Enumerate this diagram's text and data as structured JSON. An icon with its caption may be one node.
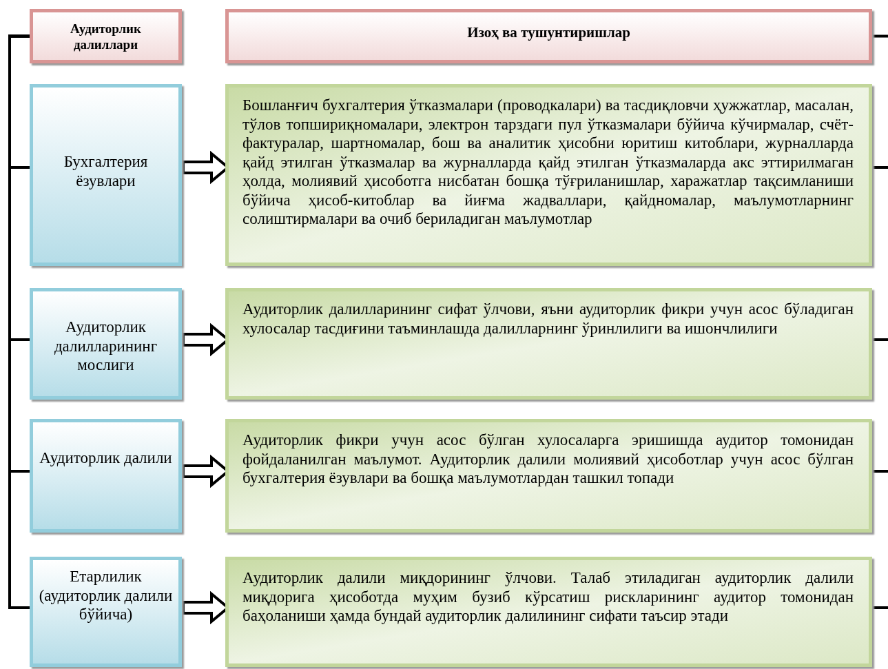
{
  "diagram": {
    "nodes": [
      {
        "text": [
          "Аудиторлик далиллари"
        ]
      },
      {
        "text": [
          "Изоҳ ва тушунтиришлар"
        ]
      },
      {
        "text": [
          "Бухгалтерия ёзувлари"
        ]
      },
      {
        "text": [
          "Бошланғич бухгалтерия ўтказмалари (проводкалари) ва тасдиқловчи ҳужжатлар, масалан, тўлов топшириқномалари, электрон тарздаги пул ўтказмалари бўйича кўчирмалар, счёт-фактуралар, шартномалар, бош ва аналитик ҳисобни юритиш китоблари, журналларда қайд этилган ўтказмалар ва журналларда қайд этилган ўтказмаларда акс эттирилмаган ҳолда, молиявий ҳисоботга нисбатан бошқа тўғриланишлар, харажатлар тақсимланиши бўйича ҳисоб-китоблар ва йиғма жадваллари, қайдномалар, маълумотларнинг солиштирмалари ва очиб бериладиган маълумотлар"
        ]
      },
      {
        "text": [
          "Аудиторлик далилларининг мослиги"
        ]
      },
      {
        "text": [
          "Аудиторлик далилларининг сифат ўлчови, яъни аудиторлик фикри учун асос бўладиган хулосалар тасдиғини таъминлашда далилларнинг ўринлилиги ва ишончлилиги"
        ]
      },
      {
        "text": [
          "Аудиторлик далили"
        ]
      },
      {
        "text": [
          "Аудиторлик фикри учун асос бўлган хулосаларга эришишда аудитор томонидан фойдаланилган маълумот. Аудиторлик далили молиявий ҳисоботлар учун асос бўлган бухгалтерия ёзувлари ва бошқа маълумотлардан ташкил топади"
        ]
      },
      {
        "text": [
          "Етарлилик (аудиторлик далили бўйича)"
        ]
      },
      {
        "text": [
          "Аудиторлик далили миқдорининг ўлчови. Талаб этиладиган аудиторлик далили миқдорига ҳисоботда муҳим бузиб кўрсатиш рискларининг аудитор томонидан баҳоланиши ҳамда бундай аудиторлик далилининг сифати таъсир этади"
        ]
      }
    ],
    "edges": [
      {
        "from": 0,
        "to": 2,
        "arrow": "none"
      },
      {
        "from": 0,
        "to": 4,
        "arrow": "none"
      },
      {
        "from": 0,
        "to": 6,
        "arrow": "none"
      },
      {
        "from": 0,
        "to": 8,
        "arrow": "none"
      },
      {
        "from": 2,
        "to": 3,
        "arrow": "to"
      },
      {
        "from": 4,
        "to": 5,
        "arrow": "to"
      },
      {
        "from": 6,
        "to": 7,
        "arrow": "to"
      },
      {
        "from": 8,
        "to": 9,
        "arrow": "to"
      },
      {
        "from": 1,
        "to": null,
        "arrow": "none"
      },
      {
        "from": 3,
        "to": null,
        "arrow": "none"
      },
      {
        "from": 5,
        "to": null,
        "arrow": "none"
      },
      {
        "from": 7,
        "to": null,
        "arrow": "none"
      },
      {
        "from": 9,
        "to": null,
        "arrow": "none"
      }
    ]
  }
}
